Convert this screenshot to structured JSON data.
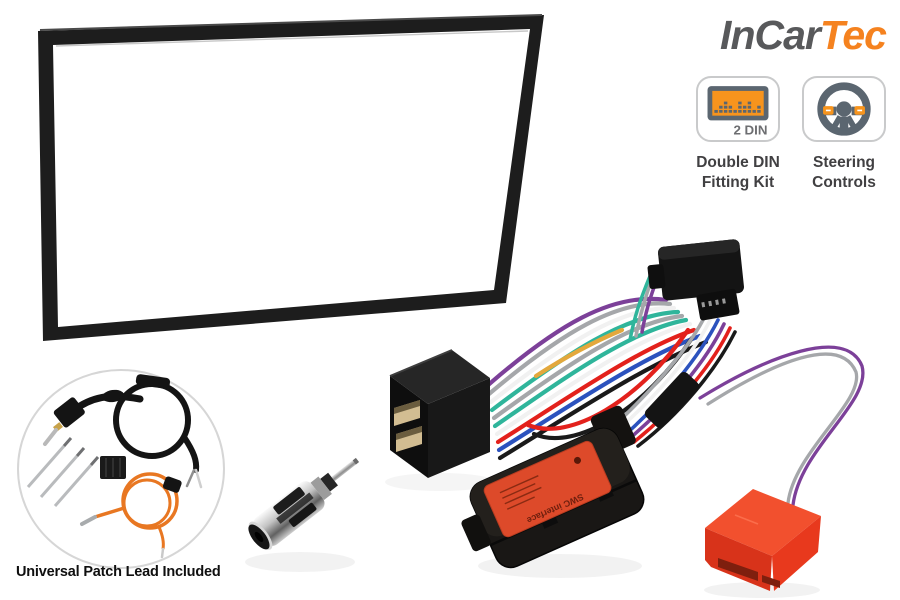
{
  "brand": {
    "name_part1": "InCar",
    "name_part2": "Tec"
  },
  "badges": {
    "double_din": {
      "icon_text": "2 DIN",
      "label_line1": "Double DIN",
      "label_line2": "Fitting Kit"
    },
    "steering": {
      "label_line1": "Steering",
      "label_line2": "Controls"
    }
  },
  "caption": {
    "text": "Universal Patch Lead Included"
  },
  "module": {
    "label_text": "SWC interface"
  },
  "colors": {
    "brand_gray": "#58595B",
    "brand_orange": "#F5821F",
    "badge_icon_gray": "#5B6670",
    "badge_orange": "#F7941D",
    "badge_border": "#C9CACB",
    "label_text": "#414042",
    "red_connector": "#E8391D",
    "module_label": "#DD4A2A",
    "frame_black": "#1D1D1D",
    "wire": {
      "purple": "#7C4099",
      "gray": "#A5A7AA",
      "white": "#F1F1F1",
      "teal": "#2FB59B",
      "red": "#E3211C",
      "blue": "#2B52BE",
      "yellow": "#E3A83C",
      "black": "#1A1A1A",
      "orange_lead": "#E87722"
    }
  }
}
